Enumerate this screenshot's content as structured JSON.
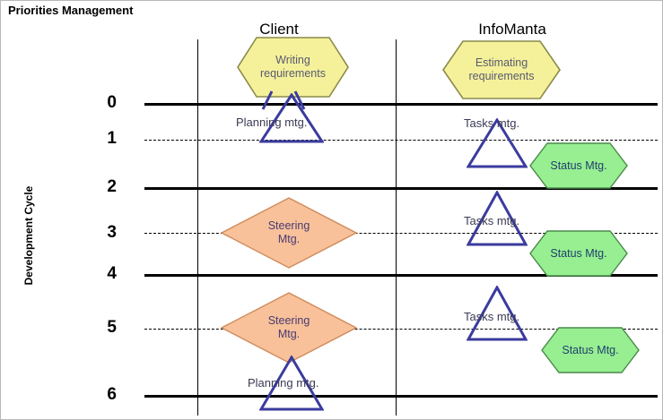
{
  "diagram": {
    "title": "Priorities Management",
    "y_axis_title": "Development Cycle",
    "columns": [
      {
        "id": "client",
        "label": "Client"
      },
      {
        "id": "infomanta",
        "label": "InfoManta"
      }
    ],
    "cycle_labels": [
      "0",
      "1",
      "2",
      "3",
      "4",
      "5",
      "6"
    ],
    "colors": {
      "hexagon_yellow_fill": "#f4f19a",
      "hexagon_yellow_stroke": "#8a8a4a",
      "hexagon_green_fill": "#97ef91",
      "hexagon_green_stroke": "#4a8a4a",
      "diamond_peach_fill": "#f8c19a",
      "diamond_peach_stroke": "#d08a5a",
      "triangle_stroke": "#3b3b9e",
      "axis_line": "#000000",
      "background": "#ffffff"
    },
    "shapes": [
      {
        "id": "writing-requirements",
        "type": "hexagon",
        "color": "yellow",
        "column": "client",
        "label": "Writing requirements",
        "line1": "Writing",
        "line2": "requirements"
      },
      {
        "id": "estimating-requirements",
        "type": "hexagon",
        "color": "yellow",
        "column": "infomanta",
        "label": "Estimating requirements",
        "line1": "Estimating",
        "line2": "requirements"
      },
      {
        "id": "planning-mtg-1",
        "type": "triangle",
        "color": "blue",
        "column": "client",
        "label": "Planning mtg."
      },
      {
        "id": "planning-mtg-2",
        "type": "triangle",
        "color": "blue",
        "column": "client",
        "label": "Planning mtg."
      },
      {
        "id": "steering-mtg-1",
        "type": "diamond",
        "color": "peach",
        "column": "client",
        "label": "Steering Mtg.",
        "line1": "Steering",
        "line2": "Mtg."
      },
      {
        "id": "steering-mtg-2",
        "type": "diamond",
        "color": "peach",
        "column": "client",
        "label": "Steering Mtg.",
        "line1": "Steering",
        "line2": "Mtg."
      },
      {
        "id": "tasks-mtg-1",
        "type": "triangle",
        "color": "blue",
        "column": "infomanta",
        "label": "Tasks mtg."
      },
      {
        "id": "tasks-mtg-2",
        "type": "triangle",
        "color": "blue",
        "column": "infomanta",
        "label": "Tasks mtg."
      },
      {
        "id": "tasks-mtg-3",
        "type": "triangle",
        "color": "blue",
        "column": "infomanta",
        "label": "Tasks mtg."
      },
      {
        "id": "status-mtg-1",
        "type": "hexagon",
        "color": "green",
        "column": "infomanta",
        "label": "Status Mtg."
      },
      {
        "id": "status-mtg-2",
        "type": "hexagon",
        "color": "green",
        "column": "infomanta",
        "label": "Status Mtg."
      },
      {
        "id": "status-mtg-3",
        "type": "hexagon",
        "color": "green",
        "column": "infomanta",
        "label": "Status Mtg."
      }
    ]
  },
  "labels": {
    "planning_mtg": "Planning mtg.",
    "tasks_mtg": "Tasks mtg.",
    "status_mtg": "Status Mtg.",
    "steering_line1": "Steering",
    "steering_line2": "Mtg.",
    "writing_line1": "Writing",
    "writing_line2": "requirements",
    "estimating_line1": "Estimating",
    "estimating_line2": "requirements"
  }
}
